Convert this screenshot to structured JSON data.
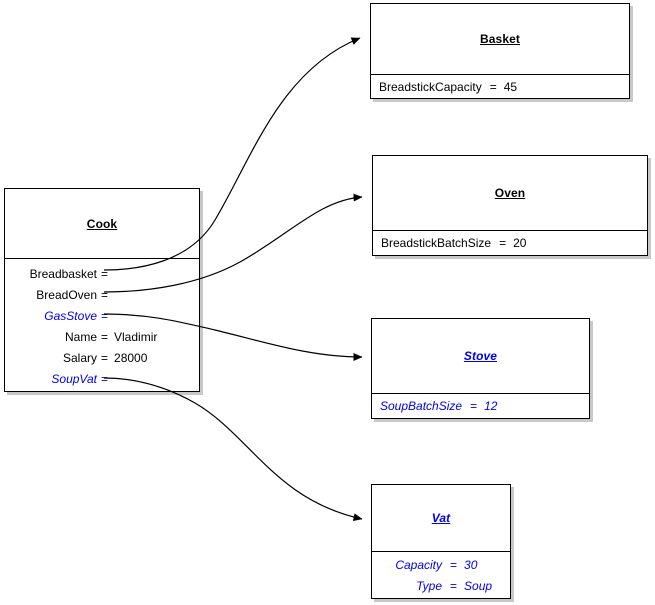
{
  "diagram": {
    "type": "uml-object-diagram",
    "title": "",
    "colors": {
      "line": "#000000",
      "box_fill": "#ffffff",
      "shadow": "#c8c8c8",
      "abstract_text": "#0000ee",
      "normal_text": "#000000"
    },
    "objects": [
      {
        "id": "cook",
        "name": "Cook",
        "abstract": false,
        "attributes": [
          {
            "name": "Breadbasket",
            "eq": "=",
            "value": "",
            "blue": false
          },
          {
            "name": "BreadOven",
            "eq": "=",
            "value": "",
            "blue": false
          },
          {
            "name": "GasStove",
            "eq": "=",
            "value": "",
            "blue": true
          },
          {
            "name": "Name",
            "eq": "=",
            "value": "Vladimir",
            "blue": false
          },
          {
            "name": "Salary",
            "eq": "=",
            "value": "28000",
            "blue": false
          },
          {
            "name": "SoupVat",
            "eq": "=",
            "value": "",
            "blue": true
          }
        ]
      },
      {
        "id": "basket",
        "name": "Basket",
        "abstract": false,
        "attributes": [
          {
            "name": "BreadstickCapacity",
            "eq": "=",
            "value": "45",
            "blue": false
          }
        ]
      },
      {
        "id": "oven",
        "name": "Oven",
        "abstract": false,
        "attributes": [
          {
            "name": "BreadstickBatchSize",
            "eq": "=",
            "value": "20",
            "blue": false
          }
        ]
      },
      {
        "id": "stove",
        "name": "Stove",
        "abstract": true,
        "attributes": [
          {
            "name": "SoupBatchSize",
            "eq": "=",
            "value": "12",
            "blue": true
          }
        ]
      },
      {
        "id": "vat",
        "name": "Vat",
        "abstract": true,
        "attributes": [
          {
            "name": "Capacity",
            "eq": "=",
            "value": "30",
            "blue": true
          },
          {
            "name": "Type",
            "eq": "=",
            "value": "Soup",
            "blue": true
          }
        ]
      }
    ],
    "links": [
      {
        "from": "cook.Breadbasket",
        "to": "basket"
      },
      {
        "from": "cook.BreadOven",
        "to": "oven"
      },
      {
        "from": "cook.GasStove",
        "to": "stove"
      },
      {
        "from": "cook.SoupVat",
        "to": "vat"
      }
    ]
  }
}
